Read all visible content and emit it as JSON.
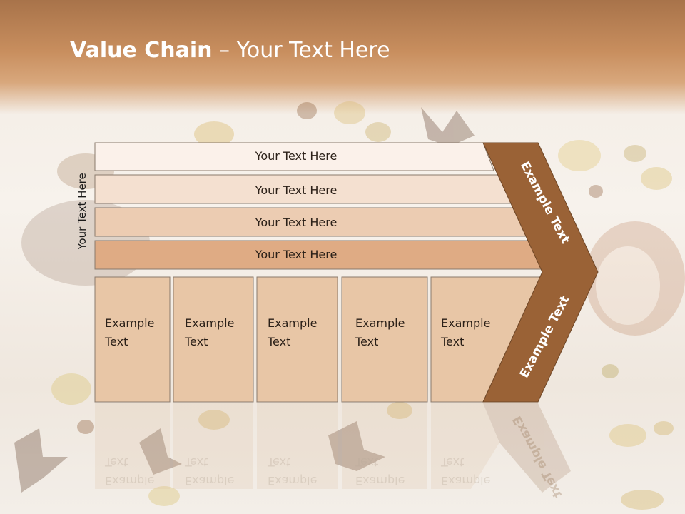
{
  "slide": {
    "title_bold": "Value Chain",
    "title_rest": " – Your Text Here",
    "side_label": "Your Text Here"
  },
  "rows": [
    {
      "label": "Your Text Here",
      "fill": "#fbf1ea"
    },
    {
      "label": "Your Text Here",
      "fill": "#f4e0d0"
    },
    {
      "label": "Your Text Here",
      "fill": "#ecccb2"
    },
    {
      "label": "Your Text Here",
      "fill": "#dfab84"
    }
  ],
  "boxes": [
    {
      "line1": "Example",
      "line2": "Text"
    },
    {
      "line1": "Example",
      "line2": "Text"
    },
    {
      "line1": "Example",
      "line2": "Text"
    },
    {
      "line1": "Example",
      "line2": "Text"
    },
    {
      "line1": "Example",
      "line2": "Text"
    }
  ],
  "chevron": {
    "upper_text": "Example Text",
    "lower_text": "Example Text",
    "color": "#9a6236"
  },
  "colors": {
    "box_fill": "#e8c6a6",
    "border": "#8a7a6c"
  }
}
